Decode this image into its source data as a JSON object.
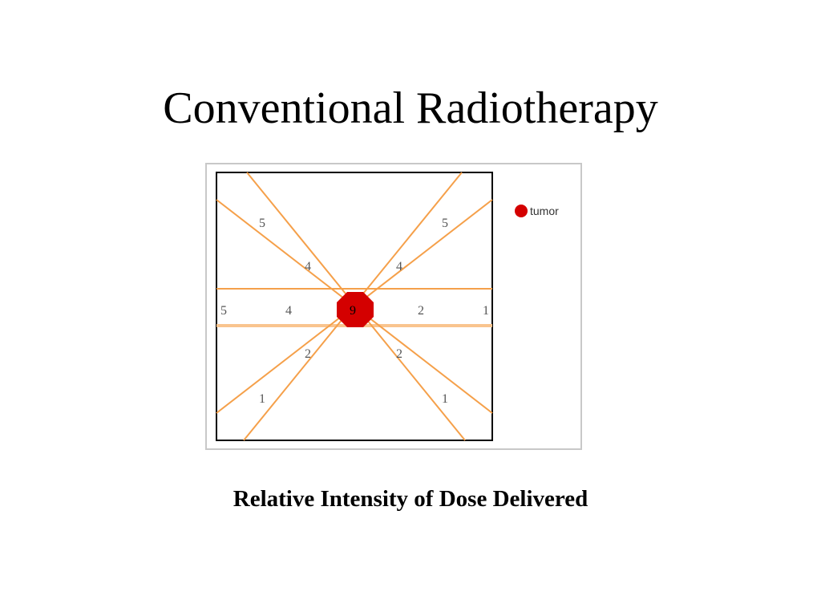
{
  "slide": {
    "title": "Conventional Radiotherapy",
    "caption": "Relative Intensity of Dose Delivered"
  },
  "figure": {
    "legend_label": "tumor",
    "tumor_dose": "9",
    "upper_left_beam": [
      "5",
      "4"
    ],
    "upper_right_beam": [
      "5",
      "4"
    ],
    "horizontal_beam_left": [
      "5",
      "4"
    ],
    "horizontal_beam_right": [
      "2",
      "1"
    ],
    "lower_left_beam": [
      "2",
      "1"
    ],
    "lower_right_beam": [
      "2",
      "1"
    ],
    "colors": {
      "beam": "#f5a04a",
      "beam_light": "#f9c48e",
      "tumor": "#d40000",
      "frame": "#c8c8c8",
      "border": "#000000",
      "label": "#555555"
    }
  }
}
